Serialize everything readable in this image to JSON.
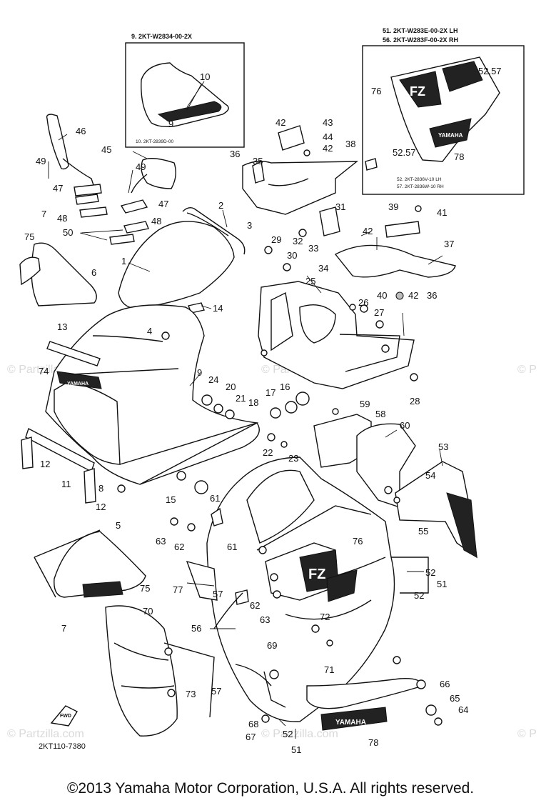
{
  "inset_left": {
    "header": "9. 2KT-W2834-00-2X",
    "footer": "10. 2KT-2839D-00"
  },
  "inset_right": {
    "header_line1": "51. 2KT-W283E-00-2X LH",
    "header_line2": "56. 2KT-W283F-00-2X RH",
    "footer_line1": "52. 2KT-2836V-10 LH",
    "footer_line2": "57. 2KT-2836W-10 RH"
  },
  "decals": {
    "yamaha": "YAMAHA",
    "fz": "FZ",
    "fwd": "FWD"
  },
  "watermarks": [
    "© Partzilla.com",
    "© Partzilla.com",
    "© P",
    "© Partzilla.com",
    "© Partzilla.com",
    "© P"
  ],
  "diagram_code": "2KT110-7380",
  "copyright": "©2013  Yamaha Motor Corporation, U.S.A. All rights reserved.",
  "callouts": [
    "10",
    "9",
    "46",
    "49",
    "45",
    "49",
    "47",
    "48",
    "47",
    "48",
    "50",
    "7",
    "75",
    "6",
    "2",
    "1",
    "3",
    "14",
    "4",
    "13",
    "74",
    "9",
    "24",
    "20",
    "21",
    "18",
    "17",
    "16",
    "22",
    "23",
    "12",
    "11",
    "12",
    "8",
    "15",
    "61",
    "63",
    "62",
    "5",
    "75",
    "7",
    "70",
    "77",
    "61",
    "57",
    "62",
    "63",
    "56",
    "69",
    "73",
    "57",
    "68",
    "67",
    "52",
    "51",
    "78",
    "42",
    "43",
    "44",
    "42",
    "38",
    "36",
    "35",
    "31",
    "29",
    "32",
    "33",
    "30",
    "34",
    "25",
    "39",
    "41",
    "42",
    "37",
    "40",
    "42",
    "36",
    "26",
    "27",
    "28",
    "59",
    "58",
    "60",
    "53",
    "54",
    "55",
    "76",
    "52",
    "51",
    "52",
    "72",
    "71",
    "66",
    "65",
    "64",
    "76",
    "52.57",
    "52.57",
    "78"
  ]
}
